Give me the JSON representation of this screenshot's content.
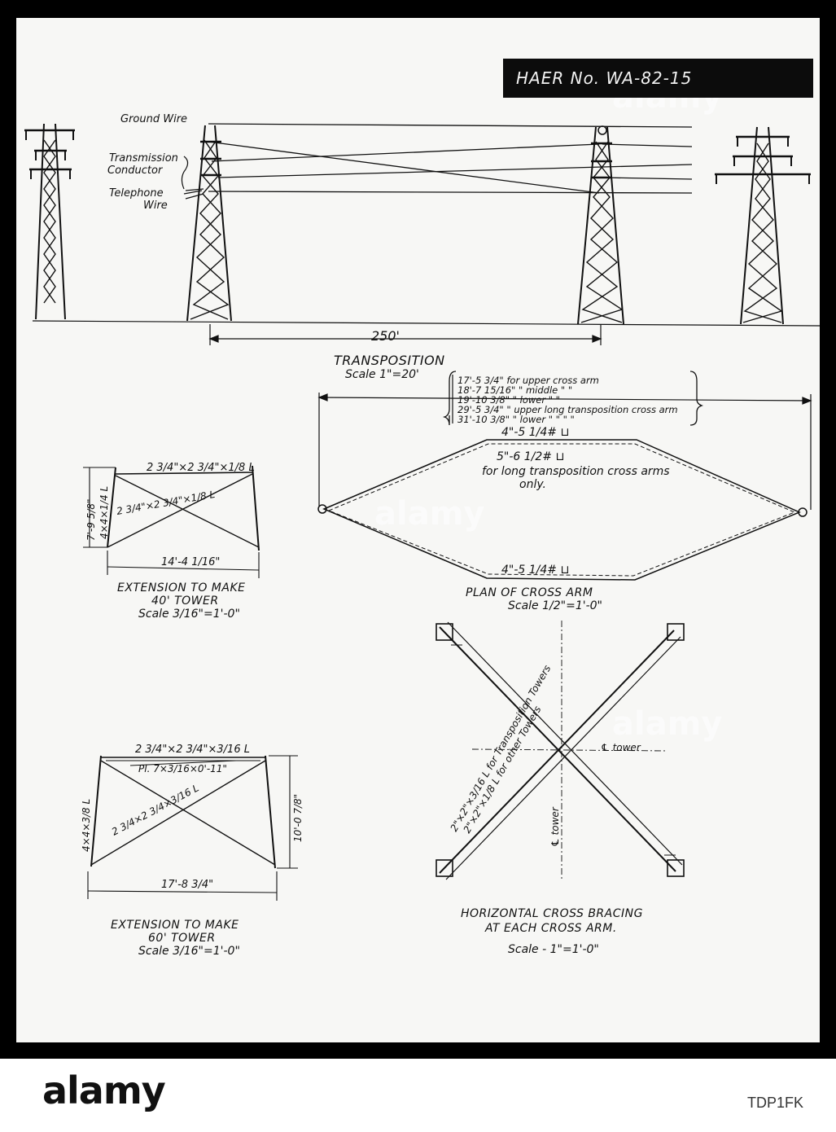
{
  "stamp": {
    "haer_number": "HAER No. WA-82-15"
  },
  "labels": {
    "ground_wire": "Ground Wire",
    "transmission": "Transmission",
    "conductor": "Conductor",
    "telephone": "Telephone",
    "wire": "Wire",
    "span": "250'"
  },
  "transposition": {
    "title": "TRANSPOSITION",
    "scale": "Scale 1\"=20'",
    "dims": [
      "17'-5 3/4\" for upper cross arm",
      "18'-7 15/16\" \" middle \" \"",
      "19'-10 3/8\" \" lower \" \"",
      "29'-5 3/4\" \" upper long transposition cross arm",
      "31'-10 3/8\" \" lower \" \" \" \""
    ]
  },
  "cross_arm_plan": {
    "top_member": "4\"-5 1/4# ⊔",
    "top_member_alt": "5\"-6 1/2# ⊔",
    "note_1": "for long transposition cross arms",
    "note_2": "only.",
    "bottom_member": "4\"-5 1/4# ⊔",
    "title": "PLAN OF CROSS ARM",
    "scale": "Scale 1/2\"=1'-0\""
  },
  "ext40": {
    "top_member": "2 3/4\"×2 3/4\"×1/8 L",
    "diag_member": "2 3/4\"×2 3/4\"×1/8 L",
    "height": "7'-9 5/8\"",
    "leg": "4×4×1/4 L",
    "width": "14'-4 1/16\"",
    "title_1": "EXTENSION TO MAKE",
    "title_2": "40' TOWER",
    "scale": "Scale 3/16\"=1'-0\""
  },
  "ext60": {
    "top_member": "2 3/4\"×2 3/4\"×3/16 L",
    "plate": "Pl. 7×3/16×0'-11\"",
    "diag_member": "2 3/4×2 3/4×3/16 L",
    "leg": "4×4×3/8 L",
    "height": "10'-0 7/8\"",
    "width": "17'-8 3/4\"",
    "title_1": "EXTENSION TO MAKE",
    "title_2": "60' TOWER",
    "scale": "Scale 3/16\"=1'-0\""
  },
  "bracing": {
    "note_1": "2\"×2\"×3/16 L for Transposition Towers",
    "note_2": "2\"×2\"×1/8 L for other Towers",
    "tower_cl_1": "℄ tower",
    "tower_cl_2": "℄ tower",
    "title_1": "HORIZONTAL CROSS BRACING",
    "title_2": "AT EACH CROSS ARM.",
    "scale": "Scale - 1\"=1'-0\""
  },
  "footer": {
    "logo": "alamy",
    "image_id": "TDP1FK",
    "watermark": "alamy"
  }
}
